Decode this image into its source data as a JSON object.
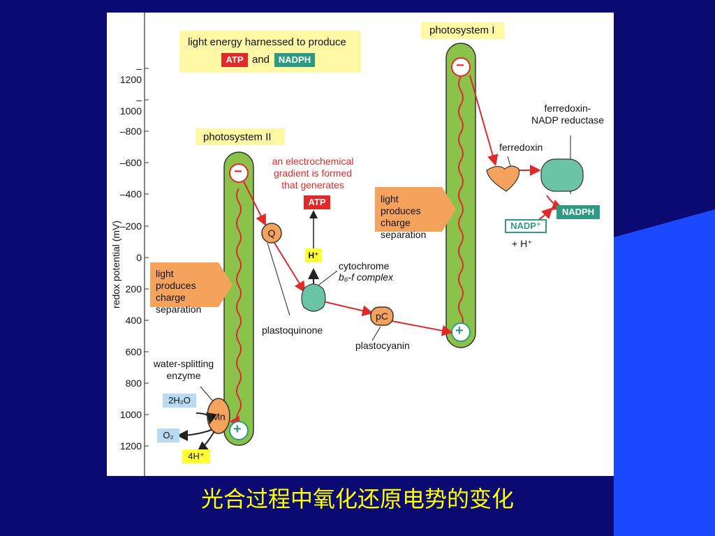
{
  "caption": "光合过程中氧化还原电势的变化",
  "axis": {
    "label": "redox potential (mV)",
    "ticks": [
      "–1200",
      "–1000",
      "–800",
      "–600",
      "–400",
      "–200",
      "0",
      "200",
      "400",
      "600",
      "800",
      "1000",
      "1200"
    ]
  },
  "header": {
    "text": "light energy harnessed to produce",
    "atp": "ATP",
    "and": "and",
    "nadph": "NADPH"
  },
  "photosystem_ii": {
    "label": "photosystem II",
    "minus": "−",
    "plus": "+"
  },
  "photosystem_i": {
    "label": "photosystem I",
    "minus": "−",
    "plus": "+"
  },
  "gradient_note": {
    "line1": "an electrochemical",
    "line2": "gradient is formed",
    "line3": "that generates",
    "atp": "ATP"
  },
  "arrow_left": {
    "line1": "light",
    "line2": "produces",
    "line3": "charge",
    "line4": "separation"
  },
  "arrow_mid": {
    "line1": "light",
    "line2": "produces",
    "line3": "charge",
    "line4": "separation"
  },
  "carriers": {
    "q": "Q",
    "h_plus": "H⁺",
    "pc": "pC",
    "mn": "Mn"
  },
  "labels": {
    "cytochrome_1": "cytochrome",
    "cytochrome_2": "b₆-f complex",
    "plastoquinone": "plastoquinone",
    "plastocyanin": "plastocyanin",
    "water_enzyme_1": "water-splitting",
    "water_enzyme_2": "enzyme",
    "ferredoxin": "ferredoxin",
    "fnr_1": "ferredoxin-",
    "fnr_2": "NADP reductase"
  },
  "molecules": {
    "water": "2H₂O",
    "oxygen": "O₂",
    "protons": "4H⁺",
    "nadph": "NADPH",
    "nadp": "NADP⁺",
    "plus_h": "+  H⁺"
  },
  "colors": {
    "slide_bg": "#0a0a72",
    "green": "#8bc34a",
    "orange": "#f5a35c",
    "red": "#e02a2a",
    "teal": "#2f9a83",
    "yellow": "#ffff33"
  }
}
